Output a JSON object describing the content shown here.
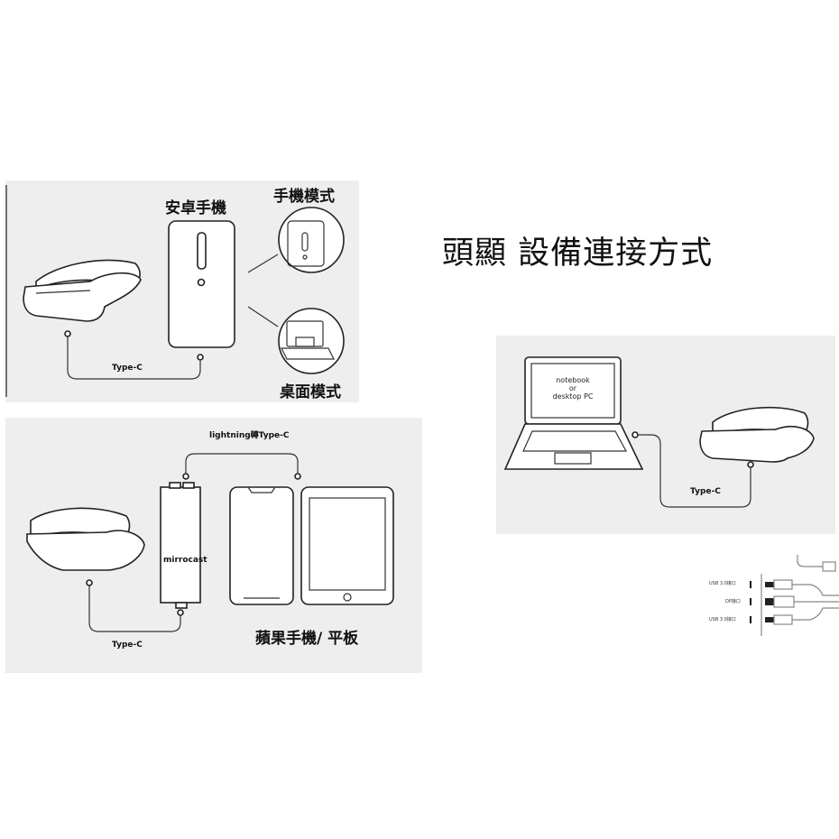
{
  "main_title": "頭顯 設備連接方式",
  "android_panel": {
    "phone_label": "安卓手機",
    "phone_mode_label": "手機模式",
    "desktop_mode_label": "桌面模式",
    "cable_label": "Type-C"
  },
  "apple_panel": {
    "adapter_cable_label": "lightning轉Type-C",
    "adapter_label": "mirrocast",
    "device_label": "蘋果手機/ 平板",
    "cable_label": "Type-C"
  },
  "pc_panel": {
    "screen_line1": "notebook",
    "screen_line2": "or",
    "screen_line3": "desktop PC",
    "cable_label": "Type-C"
  },
  "wiring_panel": {
    "port_top": "USB 3.0接口",
    "port_mid": "DP接口",
    "port_bottom": "USB 3.0接口"
  }
}
